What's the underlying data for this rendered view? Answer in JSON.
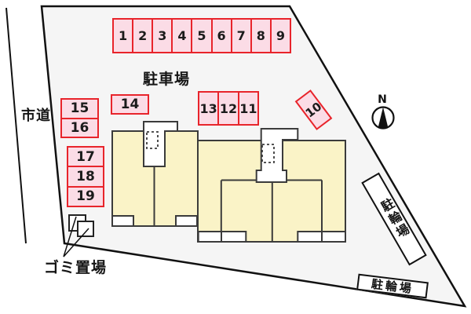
{
  "labels": {
    "road": "市道",
    "parking_area": "駐車場",
    "garbage": "ゴミ置場",
    "bike_diagonal": "駐輪場",
    "bike_bottom": "駐輪場",
    "north": "N"
  },
  "parking_spaces": {
    "top_row": [
      "1",
      "2",
      "3",
      "4",
      "5",
      "6",
      "7",
      "8",
      "9"
    ],
    "center_row": [
      "13",
      "12",
      "11"
    ],
    "space_14": "14",
    "left_upper": [
      "15",
      "16"
    ],
    "left_lower": [
      "17",
      "18",
      "19"
    ],
    "space_10": "10"
  },
  "colors": {
    "stall_fill": "#fbdce6",
    "stall_border": "#e8242b",
    "building_fill": "#faf3c7",
    "building_border": "#3b3b3b",
    "site_fill": "#f5f5f5",
    "line": "#111111"
  }
}
